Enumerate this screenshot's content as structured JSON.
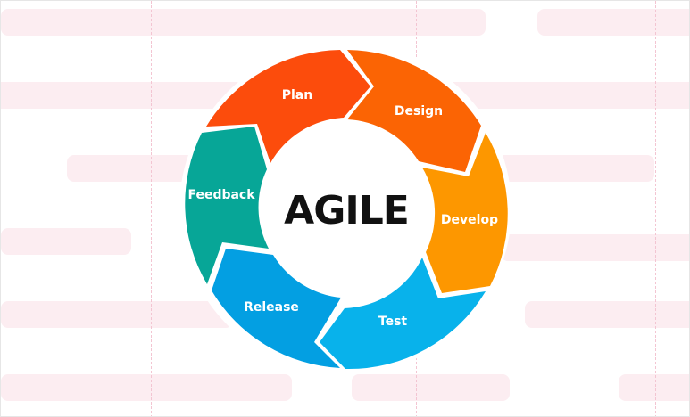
{
  "diagram": {
    "title": "AGILE",
    "type": "cycle",
    "stages": [
      {
        "label": "Plan",
        "color": "#fc4c0c"
      },
      {
        "label": "Design",
        "color": "#fb6404"
      },
      {
        "label": "Develop",
        "color": "#fd9700"
      },
      {
        "label": "Test",
        "color": "#08b2eb"
      },
      {
        "label": "Release",
        "color": "#039fe2"
      },
      {
        "label": "Feedback",
        "color": "#07a697"
      }
    ],
    "background": {
      "bar_color": "#fcedf1",
      "dashed_line_color": "#f3c5d2"
    }
  }
}
